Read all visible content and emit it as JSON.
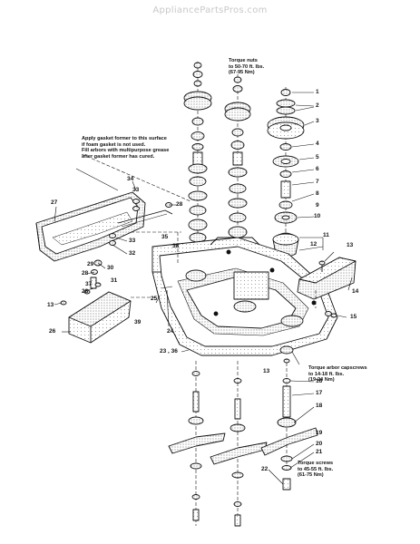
{
  "watermark": "AppliancePartsPros.com",
  "notes": {
    "torque_nuts": [
      "Torque nuts",
      "to 50-70 ft. lbs.",
      "(67-95 Nm)"
    ],
    "gasket": [
      "Apply gasket former to this surface",
      "if foam gasket is not used.",
      "Fill arbors with multipurpose grease",
      "after gasket former has cured."
    ],
    "arbor_capscrews": [
      "Torque arbor capscrews",
      "to 14-18 ft. lbs.",
      "(19-24 Nm)"
    ],
    "screws": [
      "Torque screws",
      "to 45-55 ft. lbs.",
      "(61-75 Nm)"
    ]
  },
  "callouts": {
    "c1": "1",
    "c2": "2",
    "c3": "3",
    "c4": "4",
    "c5": "5",
    "c6": "6",
    "c7": "7",
    "c8": "8",
    "c9": "9",
    "c10": "10",
    "c11": "11",
    "c12": "12",
    "c13a": "13",
    "c13b": "13",
    "c13c": "13",
    "c14": "14",
    "c15": "15",
    "c16": "16",
    "c17": "17",
    "c18": "18",
    "c19": "19",
    "c20": "20",
    "c21": "21",
    "c22": "22",
    "c23": "23 , 36",
    "c24": "24",
    "c25": "25",
    "c26": "26",
    "c27": "27",
    "c28a": "28",
    "c28b": "28",
    "c28c": "28",
    "c29": "29",
    "c30": "30",
    "c31": "31",
    "c32": "32",
    "c33a": "33",
    "c33b": "33",
    "c34": "34",
    "c35": "35",
    "c37": "37",
    "c38": "38",
    "c39": "39"
  }
}
